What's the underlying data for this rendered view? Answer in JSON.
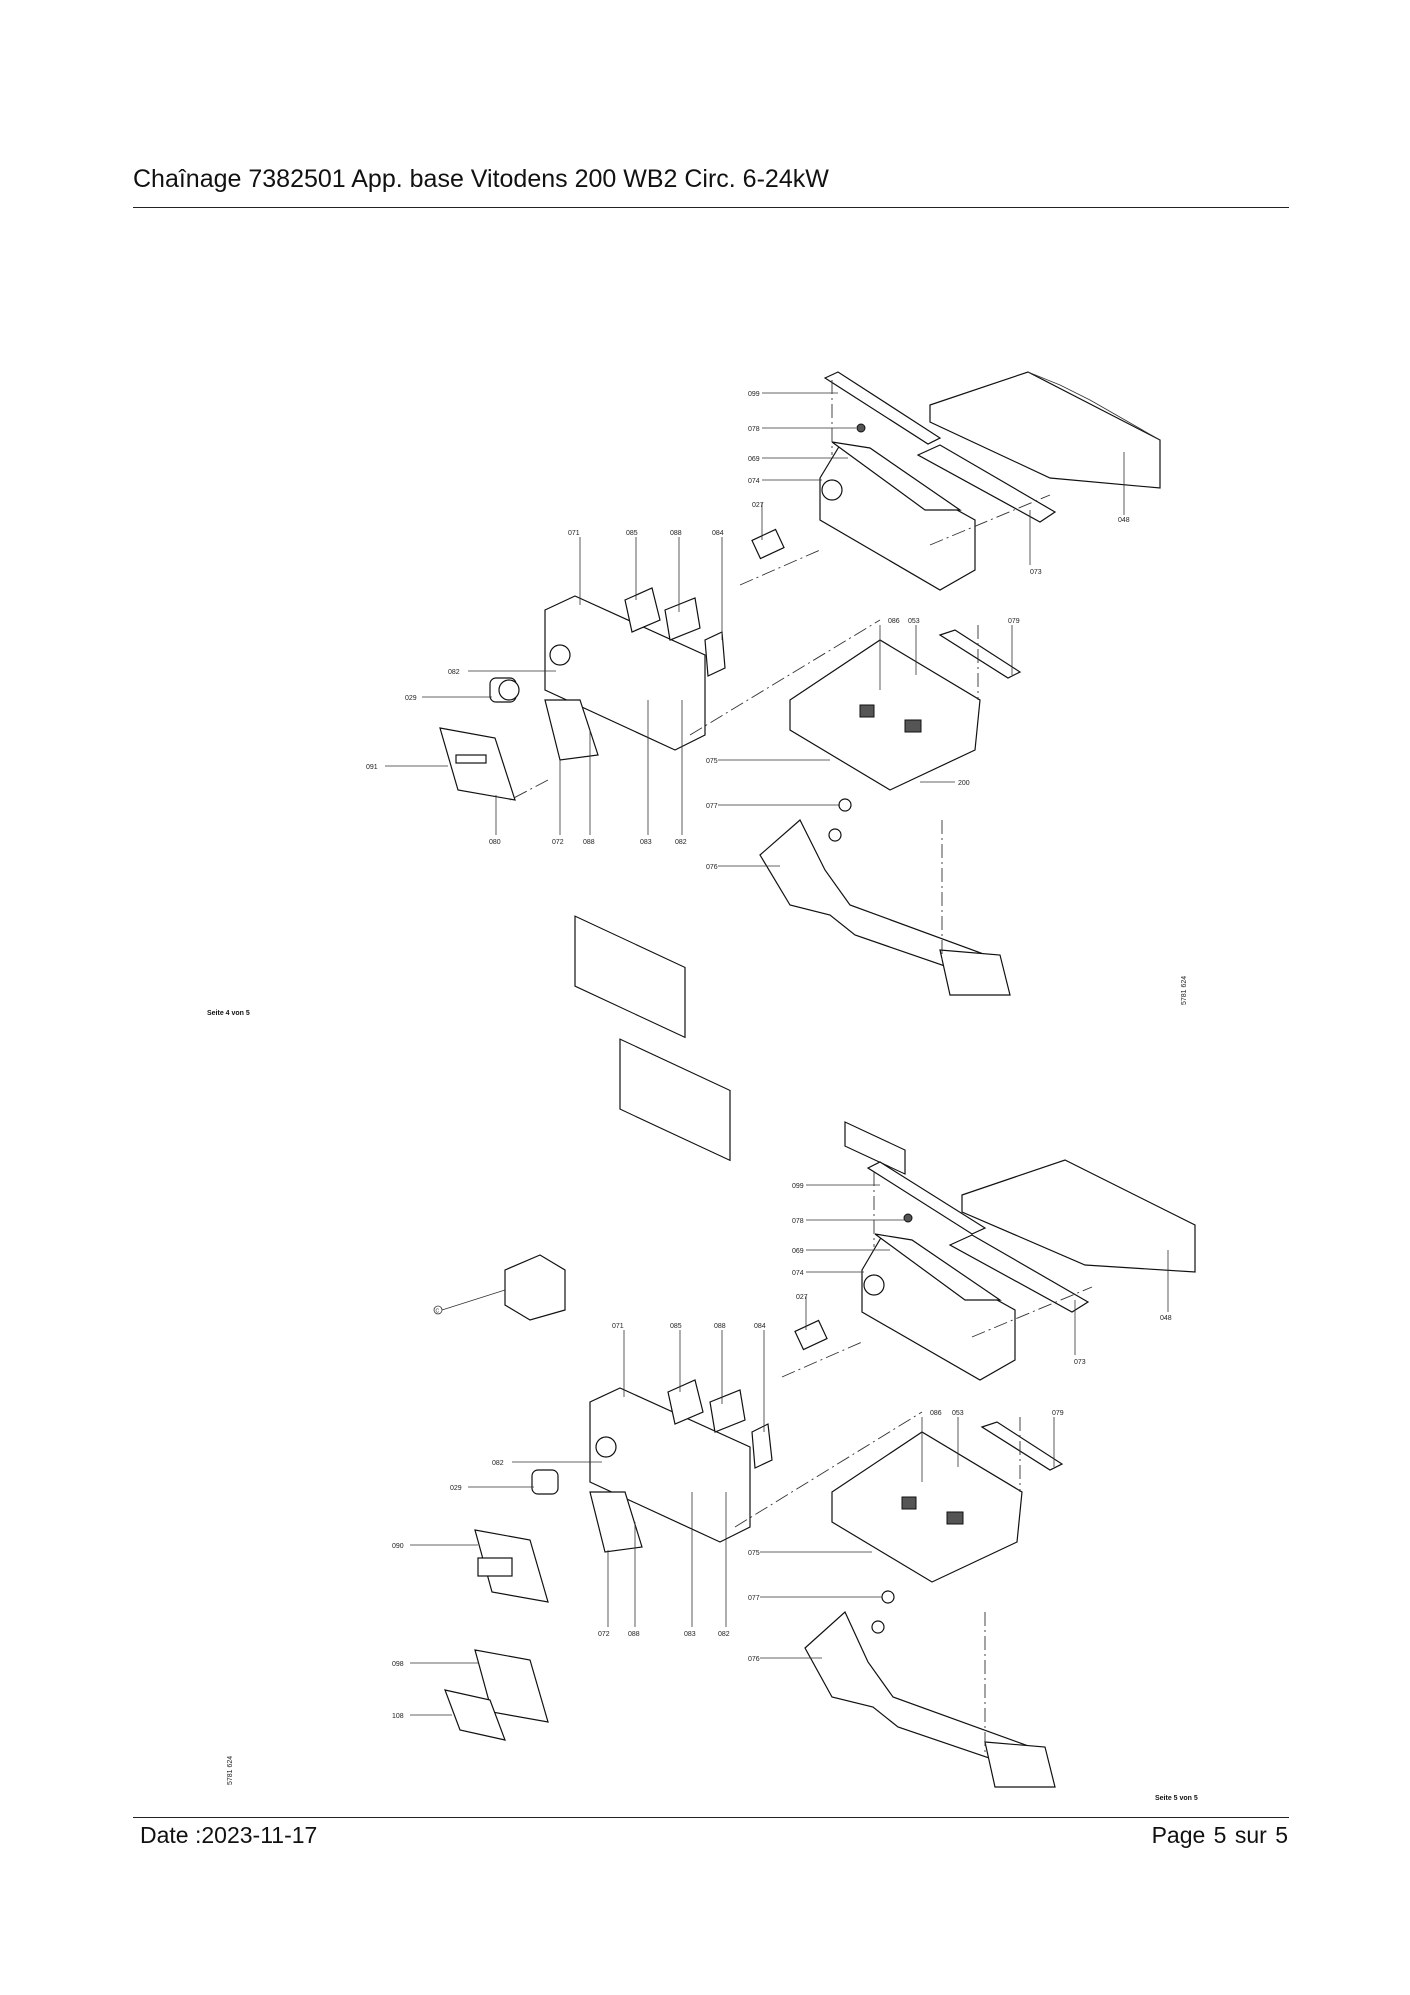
{
  "header": {
    "title": "Chaînage 7382501 App. base Vitodens 200 WB2 Circ. 6-24kW"
  },
  "footer": {
    "date": "Date :2023-11-17",
    "page": "Page 5 sur  5"
  },
  "diagram_top": {
    "page_note": "Seite 4 von 5",
    "drawing_number": "5781 624",
    "labels": [
      "099",
      "078",
      "069",
      "074",
      "027",
      "071",
      "085",
      "088",
      "084",
      "073",
      "048",
      "086",
      "053",
      "079",
      "082",
      "029",
      "091",
      "080",
      "072",
      "088",
      "083",
      "082",
      "075",
      "200",
      "077",
      "076"
    ]
  },
  "diagram_bottom": {
    "page_note": "Seite 5 von 5",
    "drawing_number": "5781 624",
    "labels": [
      "099",
      "078",
      "069",
      "074",
      "027",
      "048",
      "073",
      "071",
      "085",
      "088",
      "084",
      "082",
      "029",
      "086",
      "053",
      "079",
      "090",
      "075",
      "072",
      "088",
      "083",
      "082",
      "077",
      "076",
      "098",
      "108"
    ],
    "callout": "C"
  }
}
